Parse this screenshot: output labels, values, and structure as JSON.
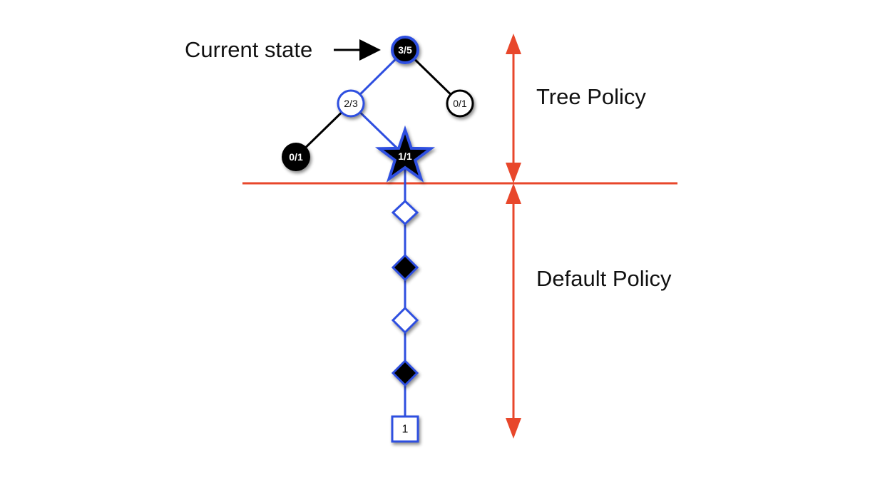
{
  "labels": {
    "current_state": "Current state",
    "tree_policy": "Tree Policy",
    "default_policy": "Default Policy"
  },
  "tree_nodes": {
    "root": "3/5",
    "left": "2/3",
    "right": "0/1",
    "left_left": "0/1",
    "expanded": "1/1"
  },
  "terminal_value": "1",
  "colors": {
    "blue": "#2f4fe0",
    "red": "#e8472b",
    "black": "#000000",
    "white": "#ffffff"
  }
}
